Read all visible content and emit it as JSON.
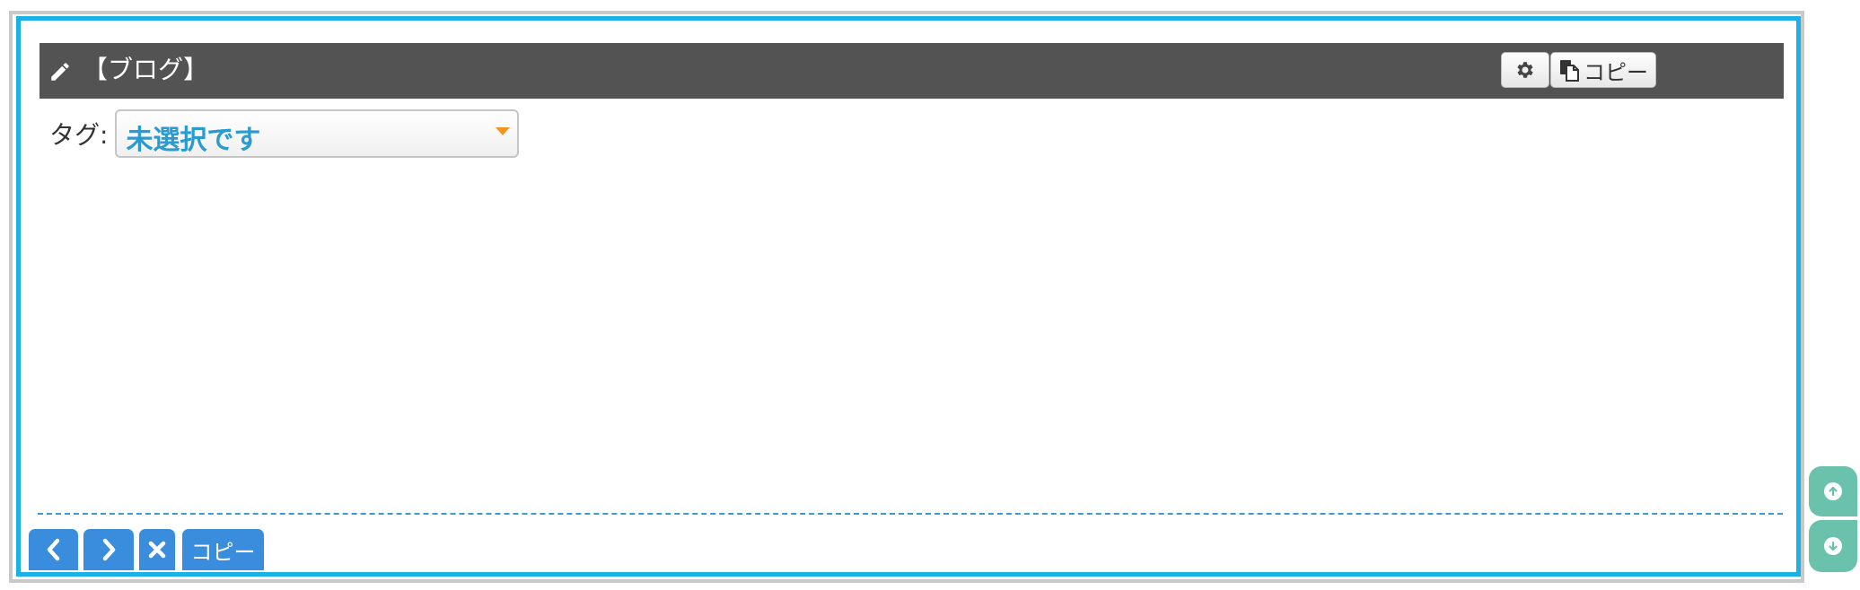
{
  "block": {
    "title": "【ブログ】",
    "copy_label": "コピー"
  },
  "tag": {
    "label": "タグ:",
    "selected": "未選択です"
  },
  "footer": {
    "copy_label": "コピー"
  },
  "icons": {
    "edit": "pencil-icon",
    "settings": "gear-icon",
    "copy": "copy-icon",
    "prev": "chevron-left-icon",
    "next": "chevron-right-icon",
    "close": "close-icon",
    "scroll_up": "arrow-up-circle-icon",
    "scroll_down": "arrow-down-circle-icon"
  },
  "colors": {
    "selection_border": "#1cb1e6",
    "header_bg": "#535353",
    "select_text": "#2a9bd0",
    "footer_button": "#3a8ddc",
    "side_button": "#6ac2ad"
  }
}
